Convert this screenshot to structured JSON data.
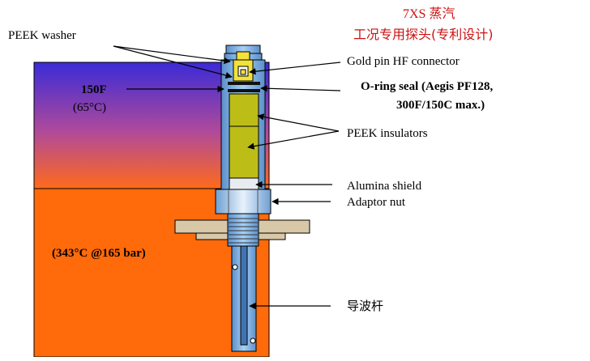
{
  "title": {
    "line1": "7XS 蒸汽",
    "line2": "工况专用探头(专利设计)"
  },
  "labels": {
    "peek_washer": "PEEK washer",
    "temp_top": "150F",
    "temp_top_c": "(65°C)",
    "gold_pin": "Gold pin HF connector",
    "oring_line1": "O-ring seal (Aegis PF128,",
    "oring_line2": "300F/150C max.)",
    "peek_insulators": "PEEK insulators",
    "alumina_shield": "Alumina shield",
    "adaptor_nut": "Adaptor nut",
    "process_condition": "(343°C @165 bar)",
    "waveguide_rod": "导波杆"
  },
  "colors": {
    "title_red": "#cc1111",
    "gradient_top": "#3a2bd6",
    "gradient_bottom": "#ff6a1a",
    "process_orange": "#ff6a0a",
    "probe_blue": "#7fb3e6",
    "insulator_olive": "#bdbd18",
    "gold_yellow": "#f2e23a",
    "flange_tan": "#d8c8a8"
  }
}
